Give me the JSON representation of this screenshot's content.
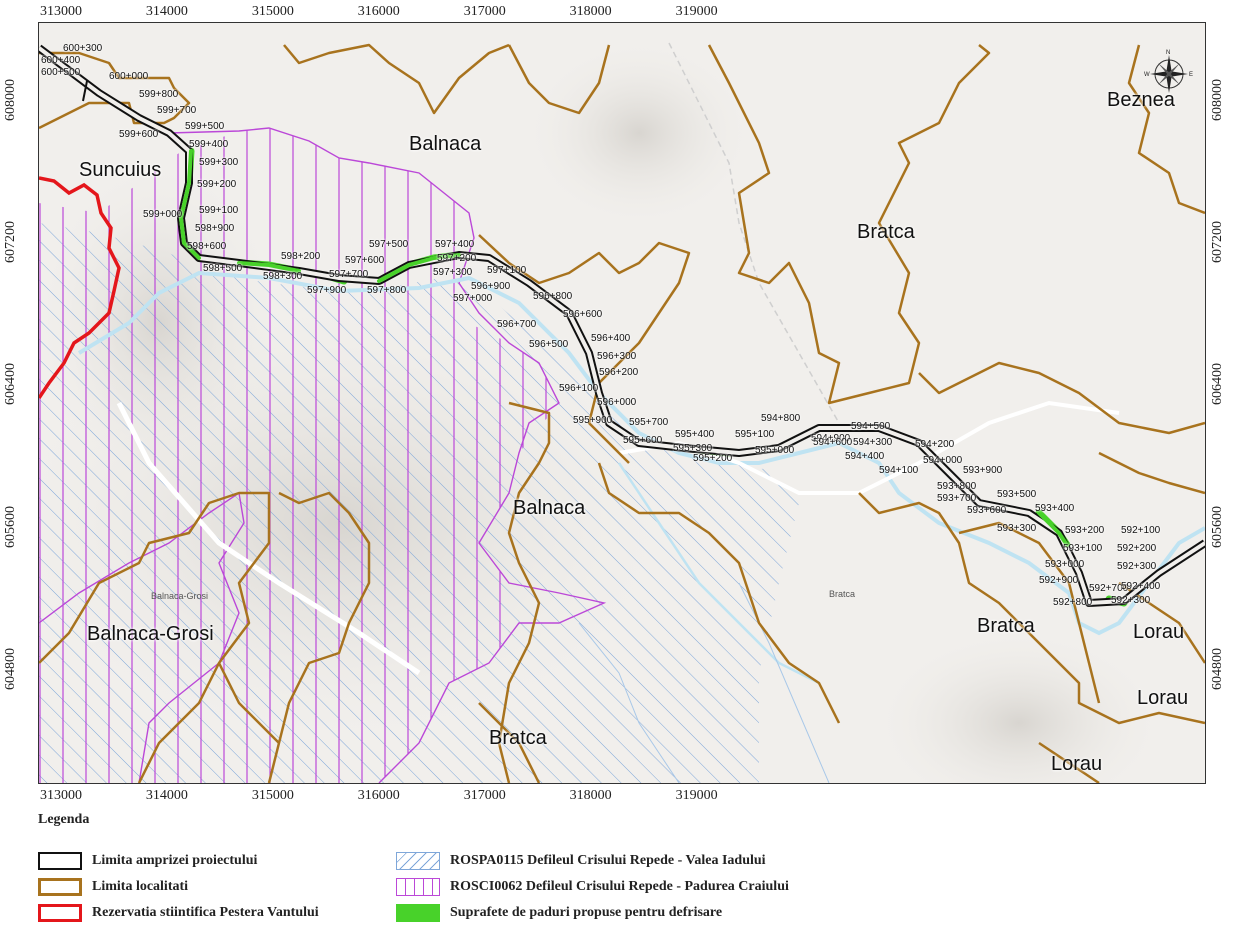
{
  "map": {
    "x_ticks": [
      {
        "label": "313000",
        "x": 313000
      },
      {
        "label": "314000",
        "x": 314000
      },
      {
        "label": "315000",
        "x": 315000
      },
      {
        "label": "316000",
        "x": 316000
      },
      {
        "label": "317000",
        "x": 317000
      },
      {
        "label": "318000",
        "x": 318000
      },
      {
        "label": "319000",
        "x": 319000
      }
    ],
    "y_ticks": [
      {
        "label": "608000",
        "y": 608000
      },
      {
        "label": "607200",
        "y": 607200
      },
      {
        "label": "606400",
        "y": 606400
      },
      {
        "label": "605600",
        "y": 605600
      },
      {
        "label": "604800",
        "y": 604800
      }
    ],
    "places": [
      {
        "name": "Suncuius"
      },
      {
        "name": "Balnaca"
      },
      {
        "name": "Bratca"
      },
      {
        "name": "Beznea"
      },
      {
        "name": "Balnaca"
      },
      {
        "name": "Balnaca-Grosi"
      },
      {
        "name": "Bratca"
      },
      {
        "name": "Bratca"
      },
      {
        "name": "Lorau"
      },
      {
        "name": "Lorau"
      },
      {
        "name": "Lorau"
      }
    ],
    "small_places": [
      {
        "name": "Balnaca-Grosi"
      },
      {
        "name": "Bratca"
      }
    ],
    "kilometer_marks": [
      "600+300",
      "600+400",
      "600+500",
      "600+000",
      "599+800",
      "599+700",
      "599+600",
      "599+500",
      "599+400",
      "599+300",
      "599+200",
      "599+100",
      "599+000",
      "598+900",
      "598+600",
      "598+500",
      "598+300",
      "598+200",
      "597+900",
      "597+700",
      "597+800",
      "597+600",
      "597+500",
      "597+400",
      "597+300",
      "597+200",
      "597+100",
      "597+000",
      "596+900",
      "596+800",
      "596+700",
      "596+600",
      "596+500",
      "596+400",
      "596+300",
      "596+200",
      "596+100",
      "596+000",
      "595+900",
      "595+700",
      "595+600",
      "595+400",
      "595+300",
      "595+200",
      "595+100",
      "595+000",
      "594+900",
      "594+800",
      "594+600",
      "594+500",
      "594+400",
      "594+300",
      "594+200",
      "594+100",
      "594+000",
      "593+900",
      "593+800",
      "593+700",
      "593+600",
      "593+500",
      "593+400",
      "593+300",
      "593+200",
      "593+100",
      "593+000",
      "592+900",
      "592+800",
      "592+700",
      "592+300",
      "592+400",
      "592+100",
      "592+200",
      "592+300"
    ],
    "compass_letters": {
      "n": "N",
      "e": "E",
      "w": "W"
    },
    "colors": {
      "project_limit": "#111111",
      "locality_limit": "#a8731e",
      "reserve": "#e4161b",
      "rospa": "#7fa7d9",
      "rosci": "#bb48d8",
      "forest": "#48d22a",
      "river": "#bfe3f2",
      "road": "#ffffff"
    }
  },
  "legend": {
    "title": "Legenda",
    "items": [
      {
        "label": "Limita amprizei proiectului"
      },
      {
        "label": "Limita localitati"
      },
      {
        "label": "Rezervatia stiintifica Pestera Vantului"
      },
      {
        "label": "ROSPA0115 Defileul Crisului Repede - Valea Iadului"
      },
      {
        "label": "ROSCI0062 Defileul Crisului Repede - Padurea Craiului"
      },
      {
        "label": "Suprafete de paduri propuse pentru defrisare"
      }
    ]
  }
}
